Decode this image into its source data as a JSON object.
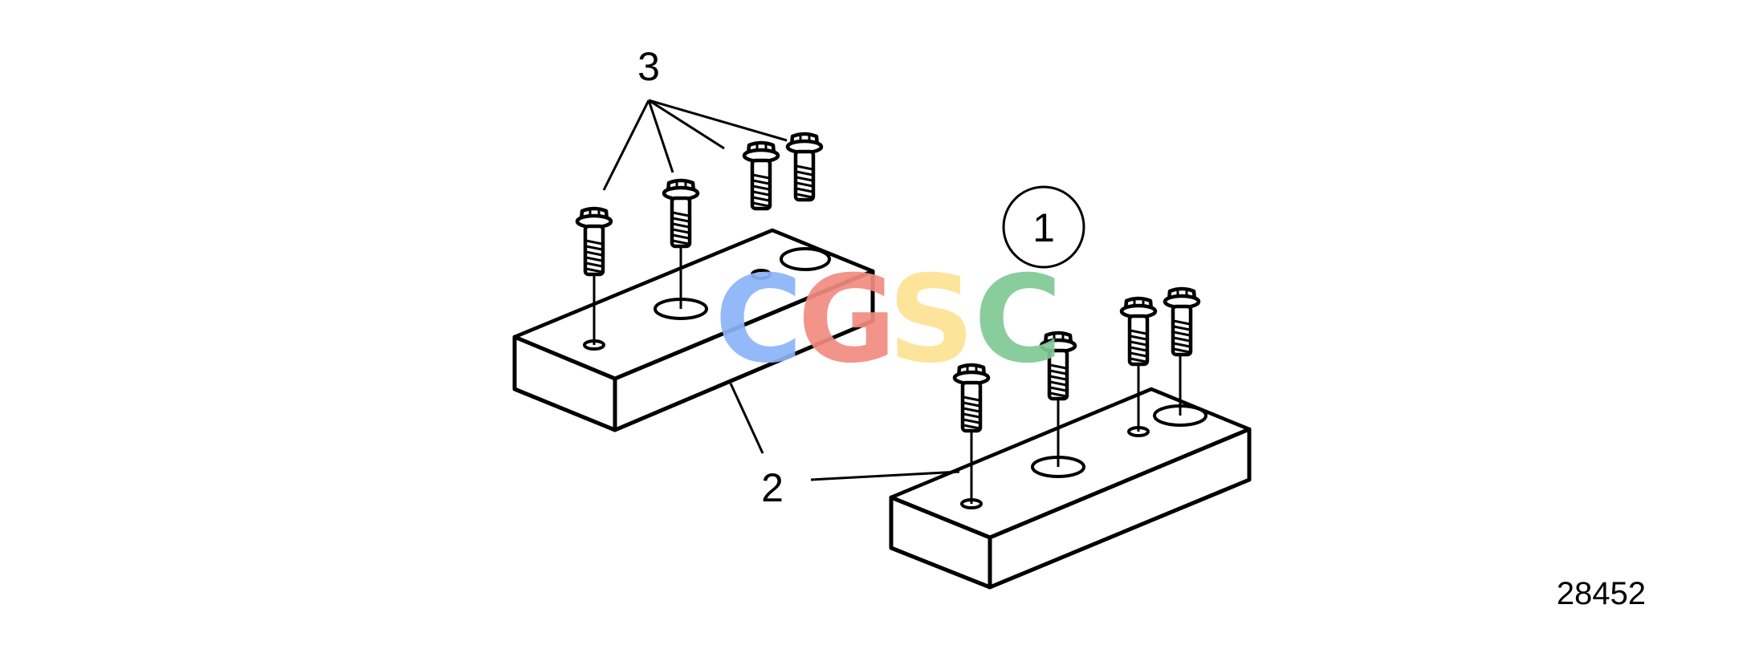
{
  "callouts": {
    "view_number": "1",
    "spacer_part": "2",
    "bolt_part": "3"
  },
  "figure_number": "28452",
  "watermark": {
    "letters": [
      "C",
      "G",
      "S",
      "C"
    ],
    "colors": [
      "#8ab4f8",
      "#f28b82",
      "#fde293",
      "#81c995"
    ]
  }
}
